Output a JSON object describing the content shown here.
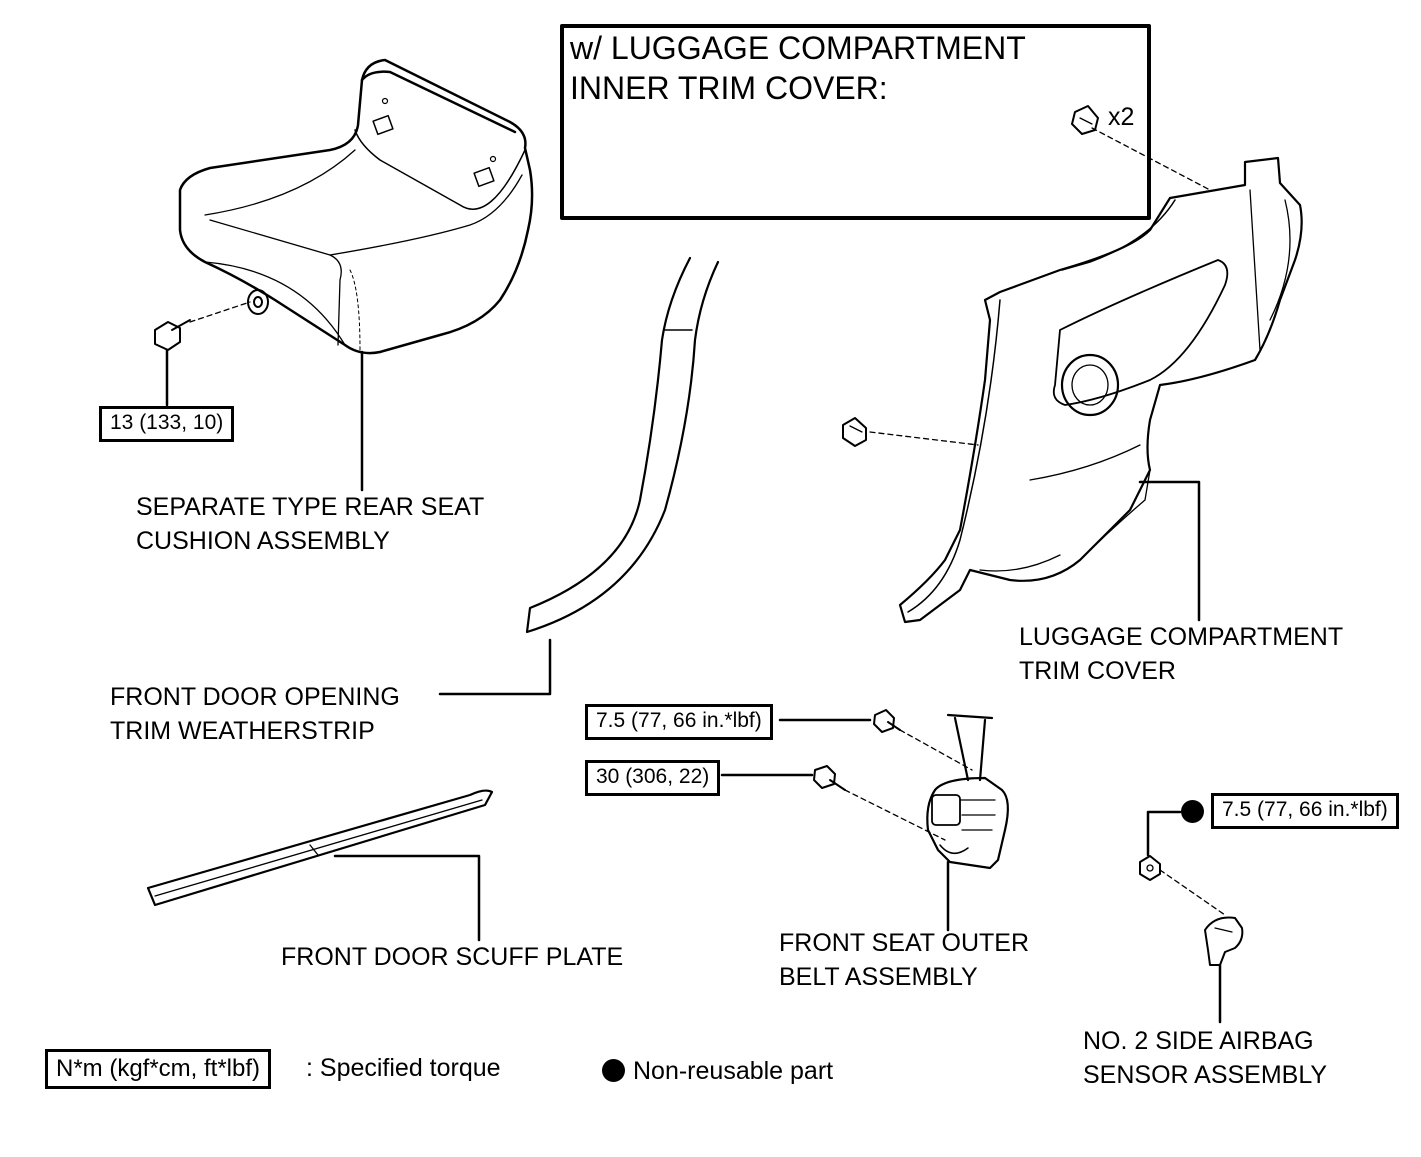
{
  "inset": {
    "line1": "w/ LUGGAGE COMPARTMENT",
    "line2": "INNER TRIM COVER:",
    "qty": "x2"
  },
  "torque": {
    "cushion_bolt": "13 (133, 10)",
    "belt_upper": "7.5 (77, 66 in.*lbf)",
    "belt_lower": "30 (306, 22)",
    "sensor_nut": "7.5 (77, 66 in.*lbf)"
  },
  "parts": {
    "rear_seat_line1": "SEPARATE TYPE REAR SEAT",
    "rear_seat_line2": "CUSHION ASSEMBLY",
    "weatherstrip_line1": "FRONT DOOR OPENING",
    "weatherstrip_line2": "TRIM WEATHERSTRIP",
    "scuff_plate": "FRONT DOOR SCUFF PLATE",
    "luggage_line1": "LUGGAGE COMPARTMENT",
    "luggage_line2": "TRIM COVER",
    "belt_line1": "FRONT SEAT OUTER",
    "belt_line2": "BELT ASSEMBLY",
    "sensor_line1": "NO. 2 SIDE AIRBAG",
    "sensor_line2": "SENSOR ASSEMBLY"
  },
  "legend": {
    "torque_units": "N*m (kgf*cm, ft*lbf)",
    "torque_desc": ": Specified torque",
    "nonreusable": "Non-reusable part"
  },
  "colors": {
    "ink": "#000000",
    "paper": "#ffffff"
  }
}
